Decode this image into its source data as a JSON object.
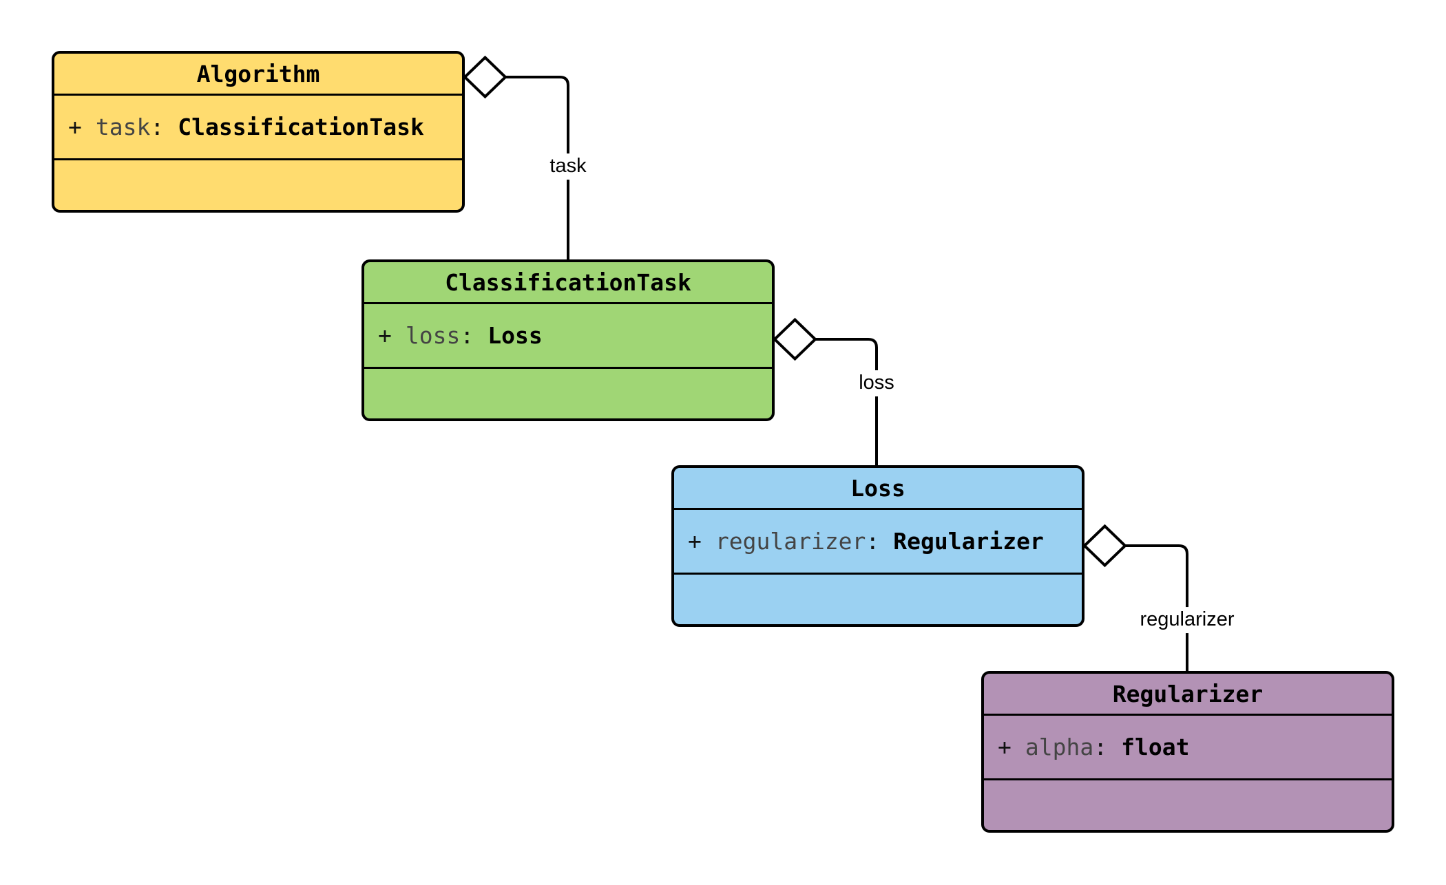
{
  "diagram": {
    "type": "uml-class-diagram",
    "separator": ":",
    "classes": [
      {
        "name": "Algorithm",
        "fill": "#FFDC6F",
        "attributes": [
          {
            "visibility": "+",
            "name": "task",
            "type": "ClassificationTask"
          }
        ]
      },
      {
        "name": "ClassificationTask",
        "fill": "#A0D675",
        "attributes": [
          {
            "visibility": "+",
            "name": "loss",
            "type": "Loss"
          }
        ]
      },
      {
        "name": "Loss",
        "fill": "#9BD1F2",
        "attributes": [
          {
            "visibility": "+",
            "name": "regularizer",
            "type": "Regularizer"
          }
        ]
      },
      {
        "name": "Regularizer",
        "fill": "#B392B5",
        "attributes": [
          {
            "visibility": "+",
            "name": "alpha",
            "type": "float"
          }
        ]
      }
    ],
    "relations": [
      {
        "from": "Algorithm",
        "to": "ClassificationTask",
        "label": "task",
        "kind": "aggregation"
      },
      {
        "from": "ClassificationTask",
        "to": "Loss",
        "label": "loss",
        "kind": "aggregation"
      },
      {
        "from": "Loss",
        "to": "Regularizer",
        "label": "regularizer",
        "kind": "aggregation"
      }
    ],
    "colors": {
      "background": "#FFFFFF",
      "border": "#000000",
      "line": "#000000",
      "diamond_fill": "#FFFFFF",
      "text": "#000000",
      "attr_name_color": "#444444"
    }
  }
}
